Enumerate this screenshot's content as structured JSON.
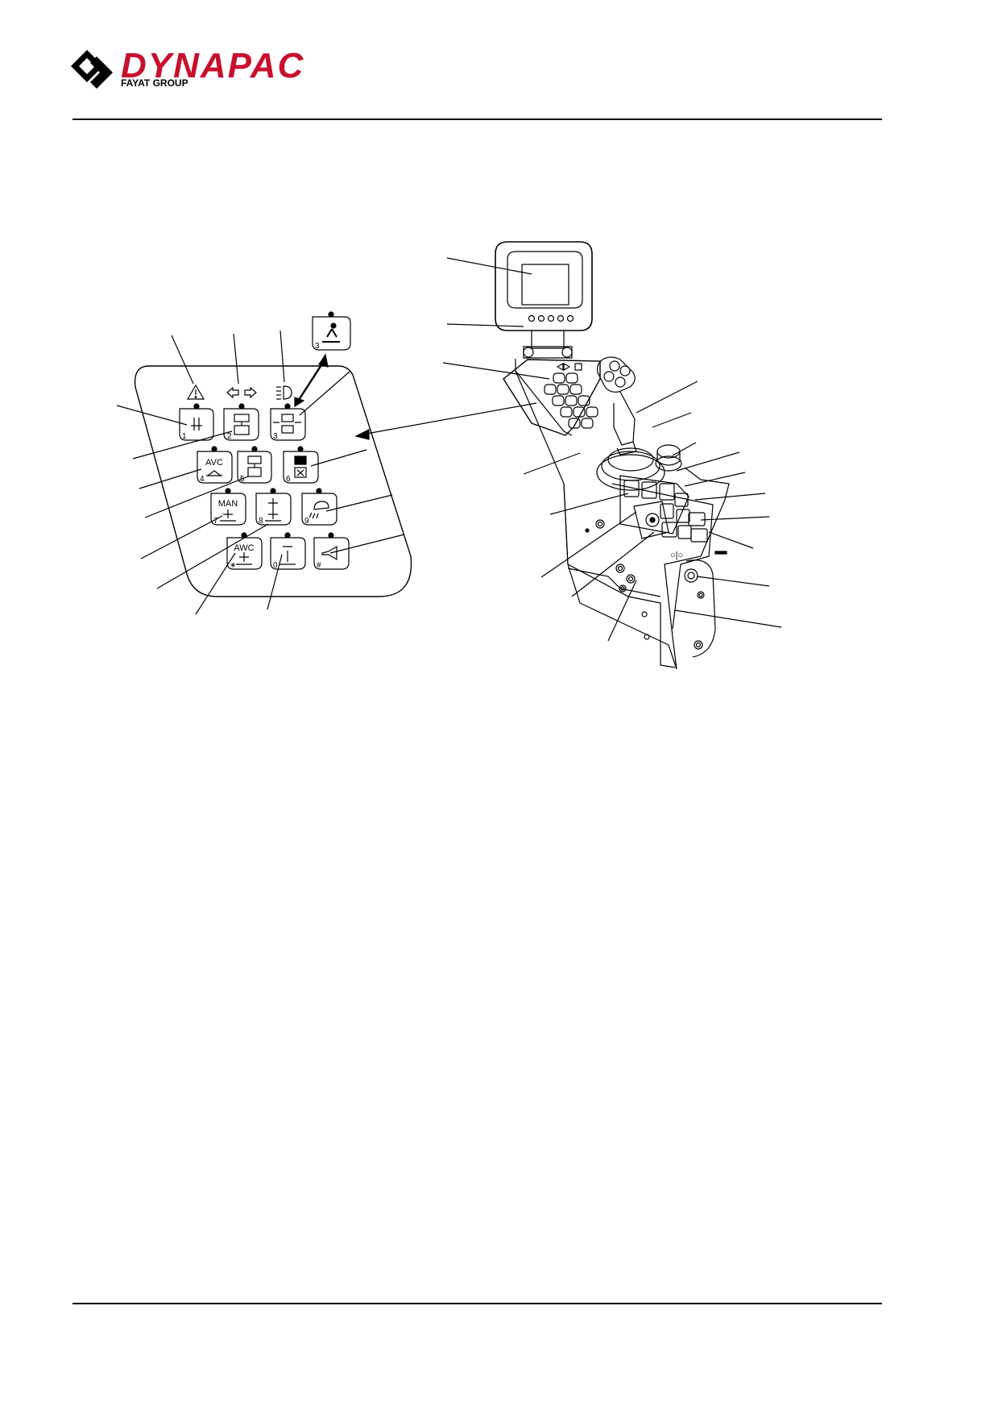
{
  "header": {
    "brand_name": "DYNAPAC",
    "brand_subtitle": "FAYAT GROUP",
    "brand_color": "#c8102e"
  },
  "keypad": {
    "inset_button_number": "3",
    "buttons": [
      {
        "number": "1",
        "icon": "vibration-icon"
      },
      {
        "number": "2",
        "icon": "drum-select-front-icon"
      },
      {
        "number": "3",
        "icon": "drum-select-rear-icon"
      },
      {
        "number": "4",
        "icon": "avc-icon",
        "label": "AVC"
      },
      {
        "number": "5",
        "icon": "drum-select-icon"
      },
      {
        "number": "6",
        "icon": "work-mode-icon"
      },
      {
        "number": "7",
        "icon": "manual-mode-icon",
        "label": "MAN"
      },
      {
        "number": "8",
        "icon": "amplitude-high-icon"
      },
      {
        "number": "9",
        "icon": "work-light-icon"
      },
      {
        "number": "∗",
        "icon": "awc-icon",
        "label": "AWC"
      },
      {
        "number": "0",
        "icon": "amplitude-low-icon"
      },
      {
        "number": "#",
        "icon": "horn-icon"
      }
    ],
    "top_indicators": [
      "warning-icon",
      "direction-arrows-icon",
      "headlight-icon"
    ]
  }
}
